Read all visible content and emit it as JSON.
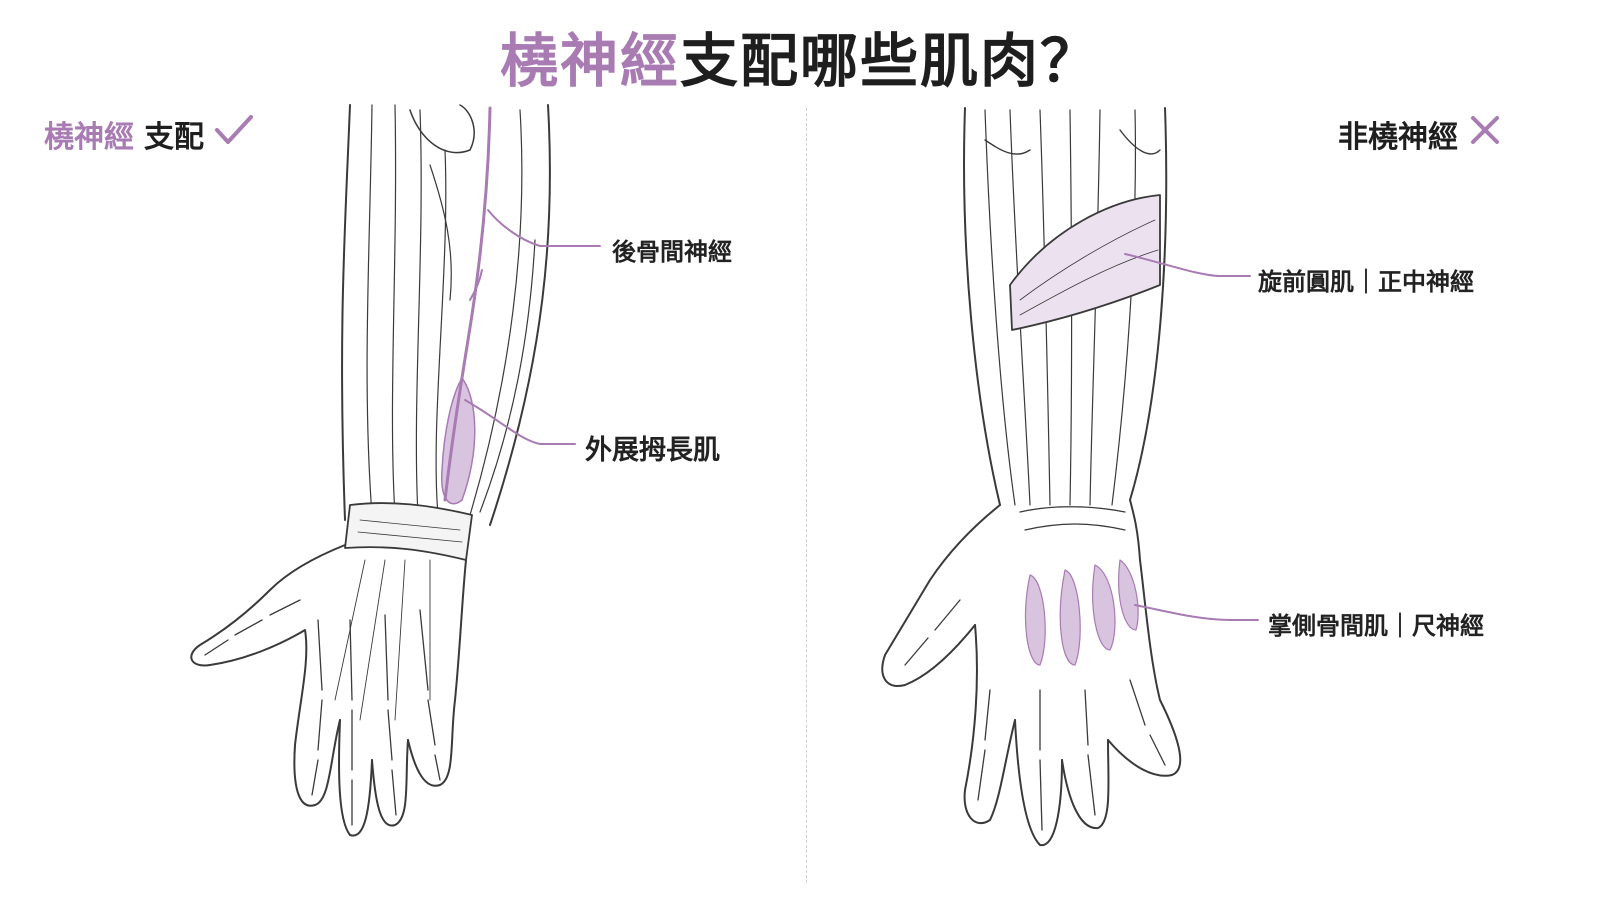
{
  "header": {
    "title_accent": "橈神經",
    "title_rest": "支配哪些肌肉？"
  },
  "left_panel": {
    "label_accent": "橈神經",
    "label_rest": "支配",
    "mark_icon": "check-icon",
    "callouts": [
      {
        "text": "後骨間神經"
      },
      {
        "text": "外展拇長肌"
      }
    ]
  },
  "right_panel": {
    "label": "非橈神經",
    "mark_icon": "cross-icon",
    "callouts": [
      {
        "text": "旋前圓肌｜正中神經"
      },
      {
        "text": "掌側骨間肌｜尺神經"
      }
    ]
  },
  "colors": {
    "accent": "#a87bb3",
    "highlight_fill": "#d9c4e0",
    "line": "#3a3a3a"
  }
}
